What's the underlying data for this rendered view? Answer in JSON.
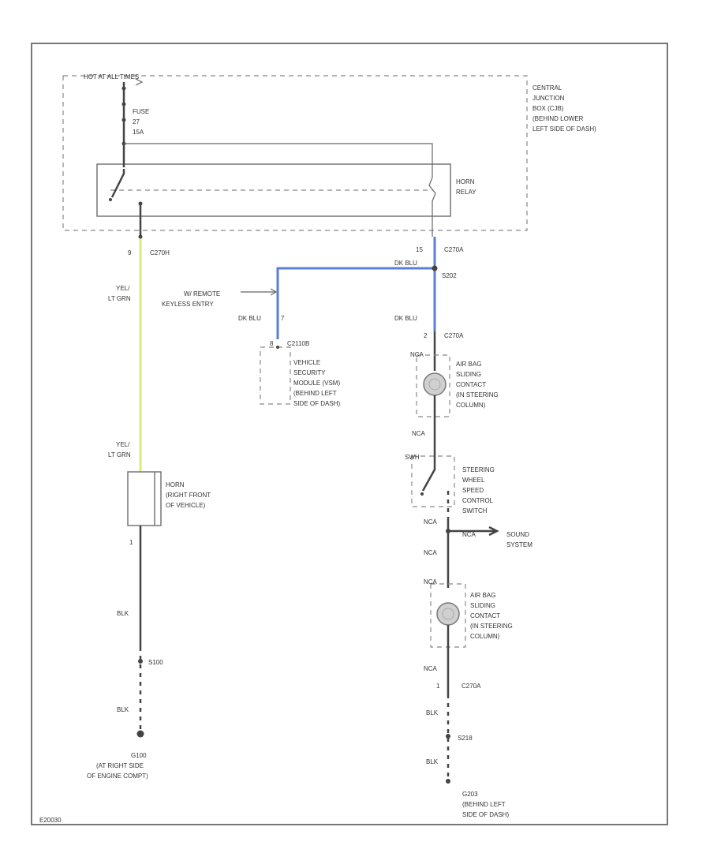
{
  "colors": {
    "yel_lt_grn": "#d4ee7a",
    "dk_blu": "#5b7fd6",
    "wire": "#444444"
  },
  "labels": {
    "hot_at_all_times": "HOT AT ALL TIMES",
    "fuse_1": "FUSE",
    "fuse_2": "27",
    "fuse_3": "15A",
    "cjb_1": "CENTRAL",
    "cjb_2": "JUNCTION",
    "cjb_3": "BOX (CJB)",
    "cjb_4": "(BEHIND LOWER",
    "cjb_5": "LEFT SIDE OF DASH)",
    "horn_relay_1": "HORN",
    "horn_relay_2": "RELAY",
    "c270h_left": "C270H",
    "pin_9": "9",
    "c270a_top": "C270A",
    "pin_15": "15",
    "yel_lt_grn_1a": "YEL/",
    "yel_lt_grn_1b": "LT GRN",
    "yel_lt_grn_2a": "YEL/",
    "yel_lt_grn_2b": "LT GRN",
    "remote_1": "W/ REMOTE",
    "remote_2": "KEYLESS ENTRY",
    "dk_blu_top": "DK BLU",
    "s202": "S202",
    "dk_blu_left": "DK BLU",
    "pin_7": "7",
    "dk_blu_right": "DK BLU",
    "pin_2": "2",
    "c270a_mid": "C270A",
    "c2110b": "C2110B",
    "pin_8": "8",
    "vsm_1": "VEHICLE",
    "vsm_2": "SECURITY",
    "vsm_3": "MODULE (VSM)",
    "vsm_4": "(BEHIND LEFT",
    "vsm_5": "SIDE OF DASH)",
    "airbag1_pin": "NCA",
    "airbag_1": "AIR BAG",
    "airbag_2": "SLIDING",
    "airbag_3": "CONTACT",
    "airbag_4": "(IN STEERING",
    "airbag_5": "COLUMN)",
    "nca_1": "NCA",
    "swh_pin": "SWH",
    "sw_1": "STEERING",
    "sw_2": "WHEEL",
    "sw_3": "SPEED",
    "sw_4": "CONTROL",
    "sw_5": "SWITCH",
    "nca_2": "NCA",
    "nca_3": "NCA",
    "sound_1": "SOUND",
    "sound_2": "SYSTEM",
    "nca_4": "NCA",
    "nca_5": "NCA",
    "airbag2_1": "AIR BAG",
    "airbag2_2": "SLIDING",
    "airbag2_3": "CONTACT",
    "airbag2_4": "(IN STEERING",
    "airbag2_5": "COLUMN)",
    "nca_6": "NCA",
    "pin_1": "1",
    "c270a_bottom": "C270A",
    "blk_r1": "BLK",
    "s218": "S218",
    "blk_r2": "BLK",
    "g203_1": "G203",
    "g203_2": "(BEHIND LEFT",
    "g203_3": "SIDE OF DASH)",
    "horn_1": "HORN",
    "horn_2": "(RIGHT FRONT",
    "horn_3": "OF VEHICLE)",
    "horn_pin": "1",
    "blk_l1": "BLK",
    "s100": "S100",
    "blk_l2": "BLK",
    "g100_1": "G100",
    "g100_2": "(AT RIGHT SIDE",
    "g100_3": "OF ENGINE COMPT)",
    "ref_code": "E20030"
  }
}
